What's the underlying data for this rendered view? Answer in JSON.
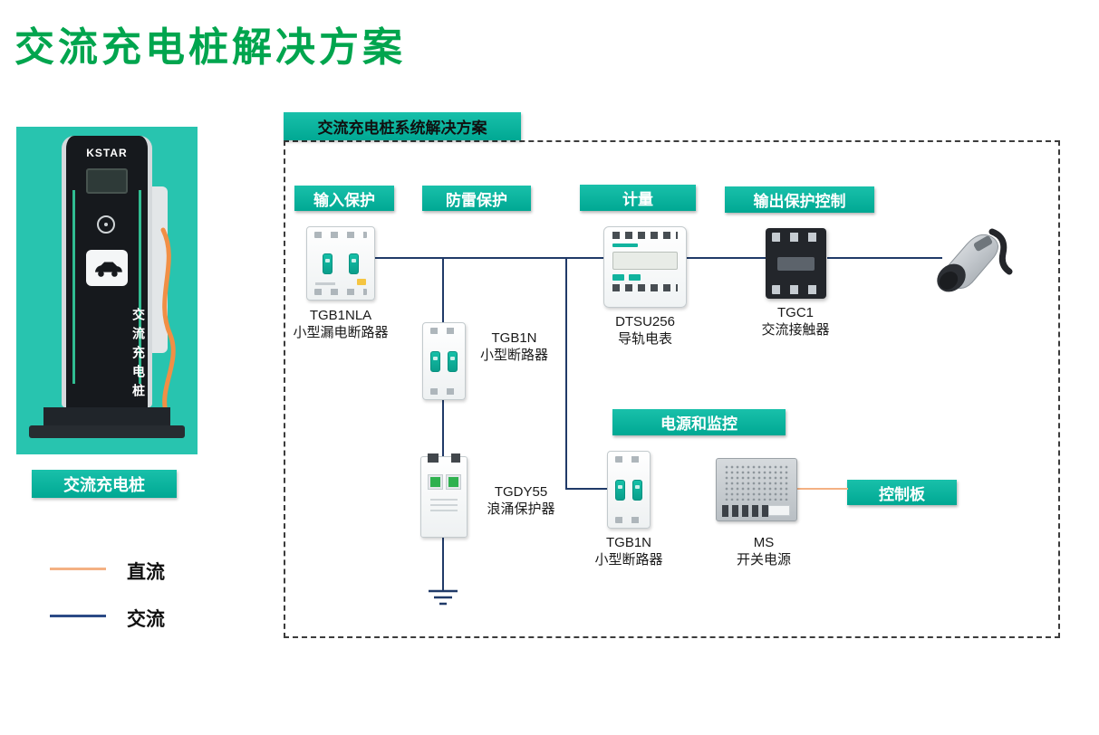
{
  "title": "交流充电桩解决方案",
  "product": {
    "brand": "KSTAR",
    "pile_vertical_text": "交流充电桩",
    "caption": "交流充电桩"
  },
  "legend": {
    "dc_label": "直流",
    "ac_label": "交流"
  },
  "diagram": {
    "title": "交流充电桩系统解决方案",
    "badges": {
      "input_protection": "输入保护",
      "lightning_protection": "防雷保护",
      "metering": "计量",
      "output_protection_control": "输出保护控制",
      "power_and_monitoring": "电源和监控",
      "control_board": "控制板"
    },
    "components": {
      "leakage_breaker": {
        "model": "TGB1NLA",
        "desc": "小型漏电断路器"
      },
      "mini_breaker_top": {
        "model": "TGB1N",
        "desc": "小型断路器"
      },
      "surge_protector": {
        "model": "TGDY55",
        "desc": "浪涌保护器"
      },
      "energy_meter": {
        "model": "DTSU256",
        "desc": "导轨电表"
      },
      "contactor": {
        "model": "TGC1",
        "desc": "交流接触器"
      },
      "mini_breaker_bottom": {
        "model": "TGB1N",
        "desc": "小型断路器"
      },
      "power_supply": {
        "model": "MS",
        "desc": "开关电源"
      }
    }
  },
  "colors": {
    "teal": "#00a893",
    "title_green": "#00a54e",
    "ac_line": "#203a68",
    "dc_line": "#f4b183",
    "photo_background": "#28c4af"
  }
}
